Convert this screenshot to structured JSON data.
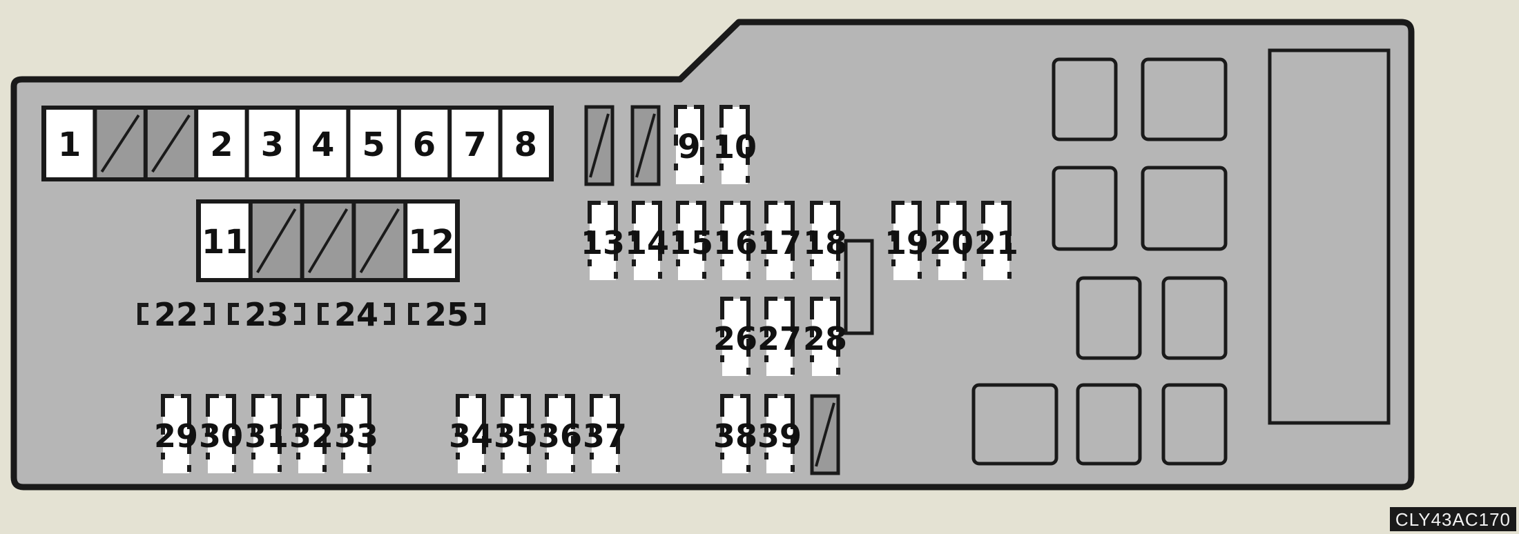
{
  "figure_code": "CLY43AC170",
  "colors": {
    "background": "#e4e2d3",
    "panel": "#b6b6b6",
    "outline": "#1a1a1a",
    "fuse": "#ffffff",
    "blank_slot": "#9a9a9a"
  },
  "top_block": [
    "1",
    "",
    "",
    "2",
    "3",
    "4",
    "5",
    "6",
    "7",
    "8"
  ],
  "mid_block": [
    "11",
    "",
    "",
    "",
    "12"
  ],
  "small_fuses": [
    "9",
    "10",
    "13",
    "14",
    "15",
    "16",
    "17",
    "18",
    "19",
    "20",
    "21",
    "26",
    "27",
    "28",
    "29",
    "30",
    "31",
    "32",
    "33",
    "34",
    "35",
    "36",
    "37",
    "38",
    "39"
  ],
  "bracket_fuses": [
    "22",
    "23",
    "24",
    "25"
  ]
}
